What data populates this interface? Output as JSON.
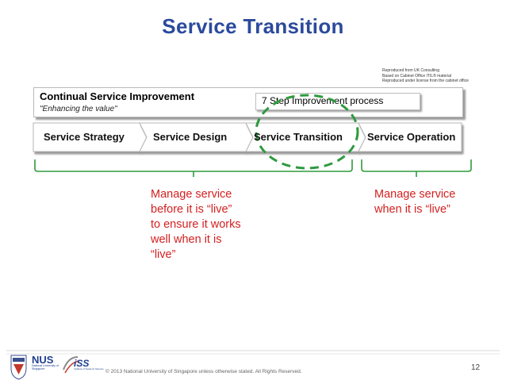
{
  "slide": {
    "title": "Service Transition",
    "page_number": "12",
    "footer": "© 2013 National University of Singapore unless otherwise stated. All Rights Reserved."
  },
  "attribution": {
    "line1": "Reproduced from UK Consulting",
    "line2": "Based on Cabinet Office ITIL® material",
    "line3": "Reproduced under license from the cabinet office"
  },
  "csi": {
    "title": "Continual Service Improvement",
    "subtitle": "\"Enhancing the value\"",
    "improvement_process": "7 Step Improvement process"
  },
  "stages": [
    {
      "label": "Service Strategy"
    },
    {
      "label": "Service Design"
    },
    {
      "label": "Service Transition"
    },
    {
      "label": "Service Operation"
    }
  ],
  "annotations": {
    "transition_note": [
      "Manage service",
      "before it is “live”",
      "to ensure it works",
      "well when it is",
      "“live”"
    ],
    "operation_note": [
      "Manage service",
      "when it is “live”"
    ]
  },
  "logos": {
    "nus": "NUS",
    "nus_sub": "National University of Singapore",
    "iss": "iSS",
    "iss_sub": "Institute of Systems Science"
  },
  "colors": {
    "title": "#2b4a9c",
    "note_text": "#d42020",
    "highlight_ellipse": "#2e9a3e",
    "brace": "#2e9a3e"
  }
}
